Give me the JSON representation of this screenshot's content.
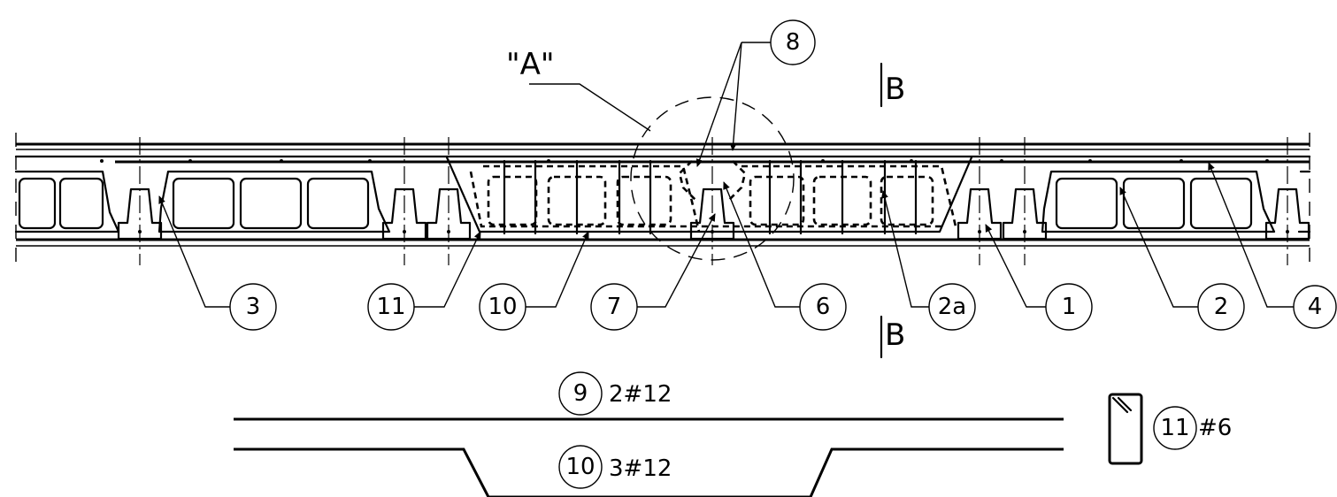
{
  "detail_label": "\"A\"",
  "section_mark": "B",
  "callouts": [
    "8",
    "3",
    "11",
    "10",
    "7",
    "6",
    "2a",
    "1",
    "2",
    "4"
  ],
  "bars": {
    "top": {
      "mark": "9",
      "spec": "2#12"
    },
    "bottom": {
      "mark": "10",
      "spec": "3#12"
    },
    "stirrup": {
      "mark": "11",
      "spec": "#6"
    }
  }
}
